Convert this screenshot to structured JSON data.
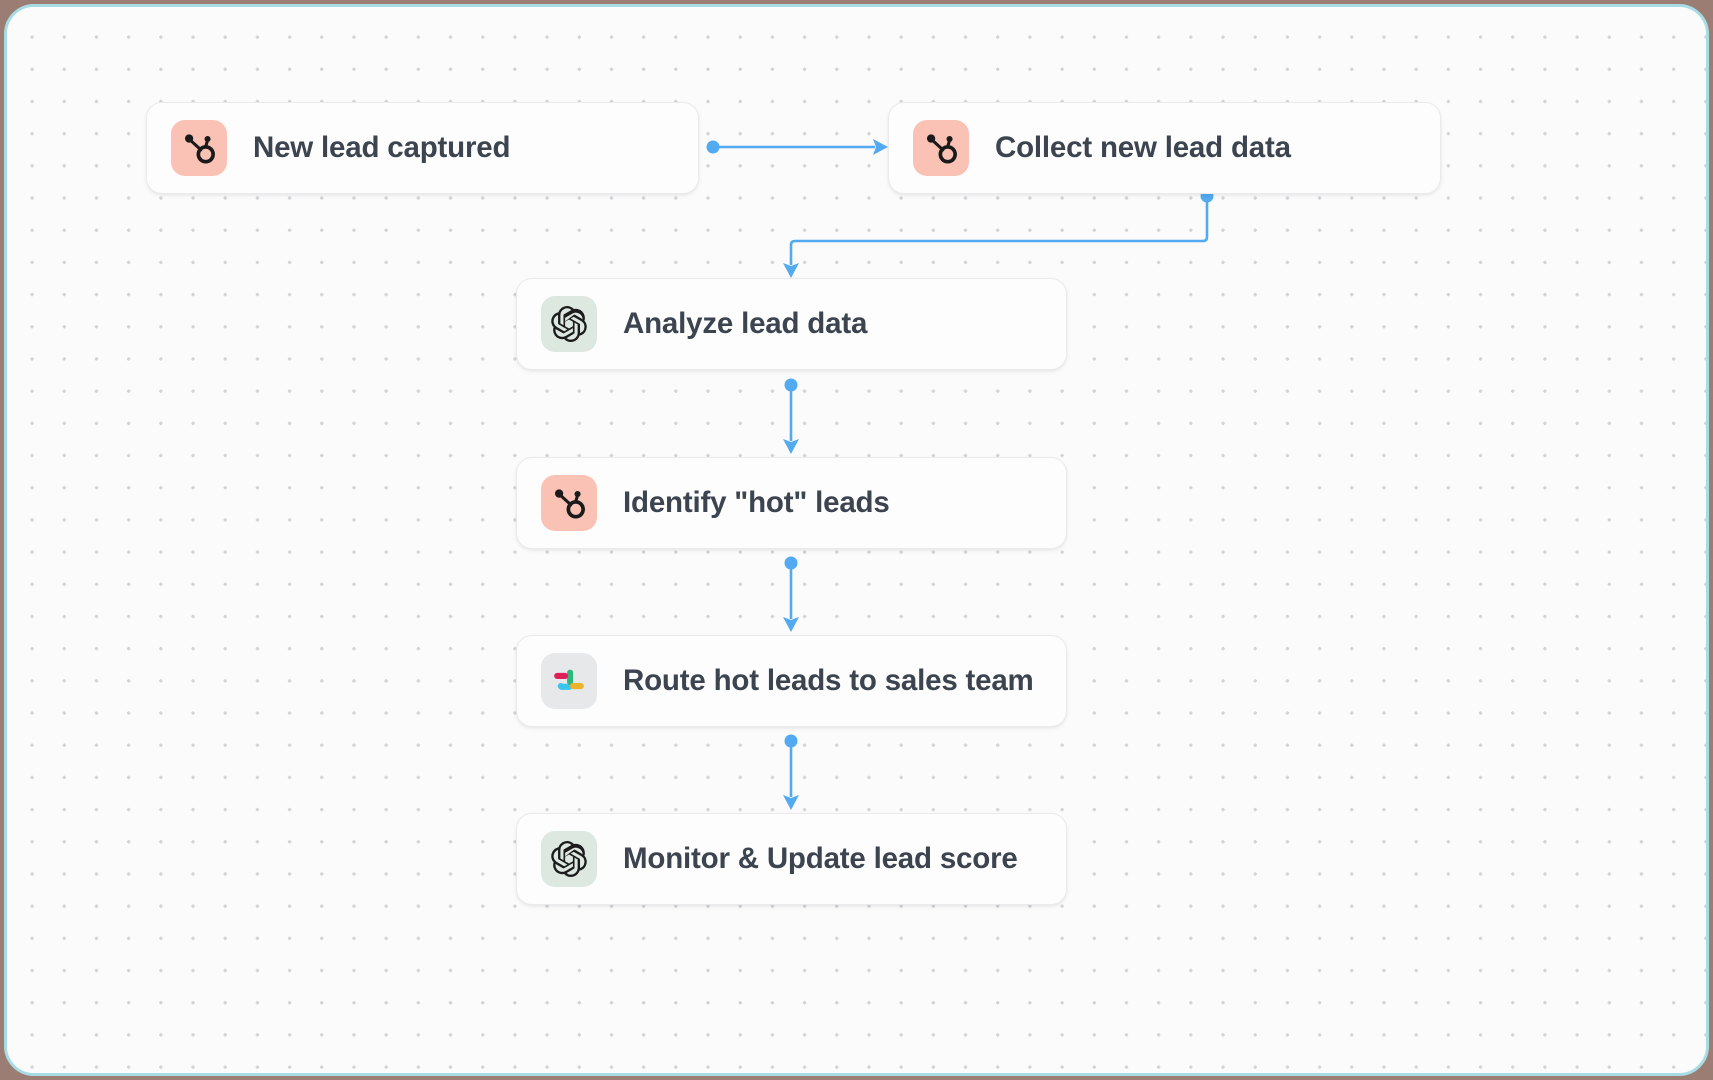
{
  "canvas": {
    "border_color": "#a8dce4",
    "background_color": "#fbfbfb",
    "dot_color": "#d4d4d6",
    "backdrop_color": "#9c7d74"
  },
  "theme": {
    "connector_color": "#53aaf0",
    "node_background": "#fdfdfd",
    "node_border": "#ebebed",
    "label_color": "#3c4450",
    "hubspot_tile": "#fac2b4",
    "openai_tile": "#dde8e1",
    "slack_tile": "#e7e8ea"
  },
  "workflow": {
    "nodes": [
      {
        "id": "new-lead",
        "label": "New lead captured",
        "icon": "hubspot-icon"
      },
      {
        "id": "collect",
        "label": "Collect new lead data",
        "icon": "hubspot-icon"
      },
      {
        "id": "analyze",
        "label": "Analyze lead data",
        "icon": "openai-icon"
      },
      {
        "id": "identify",
        "label": "Identify \"hot\" leads",
        "icon": "hubspot-icon"
      },
      {
        "id": "route",
        "label": "Route hot leads to sales team",
        "icon": "slack-icon"
      },
      {
        "id": "monitor",
        "label": "Monitor & Update lead score",
        "icon": "openai-icon"
      }
    ],
    "connections": [
      {
        "id": "c1",
        "from": "new-lead",
        "to": "collect",
        "shape": "horizontal"
      },
      {
        "id": "c2",
        "from": "collect",
        "to": "analyze",
        "shape": "elbow"
      },
      {
        "id": "c3",
        "from": "analyze",
        "to": "identify",
        "shape": "vertical"
      },
      {
        "id": "c4",
        "from": "identify",
        "to": "route",
        "shape": "vertical"
      },
      {
        "id": "c5",
        "from": "route",
        "to": "monitor",
        "shape": "vertical"
      }
    ]
  }
}
